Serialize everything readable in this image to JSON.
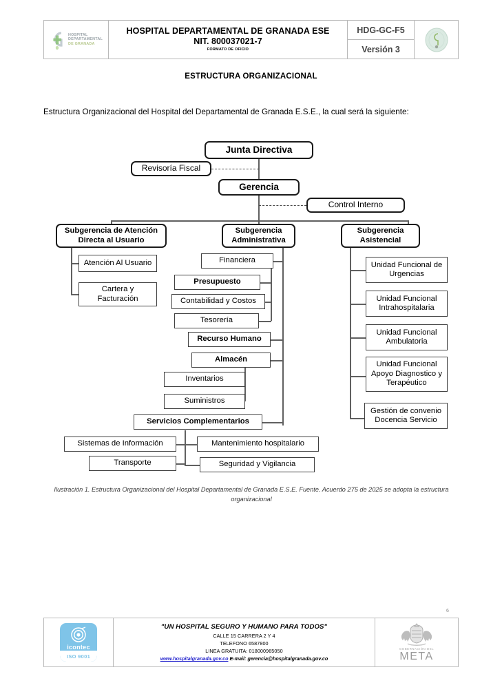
{
  "header": {
    "logo_alt": "hospital-departamental-de-granada-logo",
    "logo_lines": [
      "HOSPITAL",
      "DEPARTAMENTAL",
      "DE GRANADA"
    ],
    "title_line1": "HOSPITAL DEPARTAMENTAL DE GRANADA ESE",
    "title_line2": "NIT. 800037021-7",
    "title_line3": "FORMATO DE OFICIO",
    "code": "HDG-GC-F5",
    "version": "Versión 3",
    "seal_alt": "hospital-seal-icon"
  },
  "document": {
    "title": "ESTRUCTURA ORGANIZACIONAL",
    "paragraph": "Estructura Organizacional del Hospital del Departamental de Granada E.S.E., la cual será la siguiente:",
    "caption": "Ilustración 1. Estructura Organizacional del Hospital Departamental de Granada E.S.E. Fuente. Acuerdo 275 de 2025 se adopta la estructura organizacional",
    "page_number": "6"
  },
  "org_chart": {
    "junta_directiva": "Junta Directiva",
    "revisoria_fiscal": "Revisoría Fiscal",
    "gerencia": "Gerencia",
    "control_interno": "Control Interno",
    "sub_atencion": "Subgerencia de Atención Directa al Usuario",
    "sub_administrativa": "Subgerencia Administrativa",
    "sub_asistencial": "Subgerencia Asistencial",
    "atencion_usuario": "Atención Al Usuario",
    "cartera": "Cartera y Facturación",
    "financiera": "Financiera",
    "presupuesto": "Presupuesto",
    "contabilidad": "Contabilidad y Costos",
    "tesoreria": "Tesorería",
    "recurso_humano": "Recurso Humano",
    "almacen": "Almacén",
    "inventarios": "Inventarios",
    "suministros": "Suministros",
    "servicios_complementarios": "Servicios Complementarios",
    "sistemas": "Sistemas de Información",
    "transporte": "Transporte",
    "mantenimiento": "Mantenimiento hospitalario",
    "seguridad": "Seguridad y Vigilancia",
    "uf_urgencias": "Unidad Funcional de Urgencias",
    "uf_intrahospitalaria": "Unidad Funcional Intrahospitalaria",
    "uf_ambulatoria": "Unidad Funcional Ambulatoria",
    "uf_apoyo": "Unidad Funcional Apoyo Diagnostico y Terapéutico",
    "gestion_convenio": "Gestión de convenio Docencia Servicio"
  },
  "footer": {
    "icontec_name": "icontec",
    "icontec_iso": "ISO 9001",
    "slogan": "\"UN HOSPITAL SEGURO Y HUMANO PARA TODOS\"",
    "address": "CALLE 15 CARRERA 2 Y 4",
    "phone": "TELEFONO 6587800",
    "free_line": "LINEA GRATUITA: 018000965050",
    "website": "www.hospitalgranada.gov.co",
    "email": "E-mail: gerencia@hospitalgranada.gov.co",
    "meta_sub": "GOBERNACIÓN DEL",
    "meta_name": "META"
  }
}
